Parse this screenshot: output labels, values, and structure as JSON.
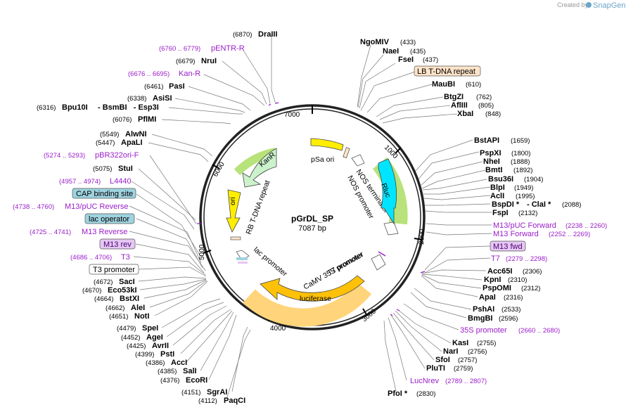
{
  "app": {
    "credit_prefix": "Created by",
    "credit_brand": "SnapGene"
  },
  "plasmid": {
    "name": "pGrDL_SP",
    "length_label": "7087 bp"
  },
  "ticks": [
    "1000",
    "2000",
    "3000",
    "4000",
    "5000",
    "6000",
    "7000"
  ],
  "features": {
    "kanr": "KanR",
    "ori": "ori",
    "psa_ori": "pSa ori",
    "nos_terminator": "NOS terminator",
    "nos_promoter": "NOS promoter",
    "rluc": "Rluc",
    "rb_tdna": "RB T-DNA repeat",
    "lac_promoter": "lac promoter",
    "t7_promoter": "T7 promoter",
    "camv": "CaMV 35S promoter",
    "luciferase": "luciferase"
  },
  "left_labels": {
    "draiii": {
      "pos": "(6870)",
      "name": "DraIII"
    },
    "pentr": {
      "pos": "(6760 .. 6779)",
      "name": "pENTR-R"
    },
    "srui": {
      "pos": "(6679)",
      "name": "NruI"
    },
    "kanr_p": {
      "pos": "(6676 .. 6695)",
      "name": "Kan-R"
    },
    "pasi": {
      "pos": "(6461)",
      "name": "PasI"
    },
    "asisi": {
      "pos": "(6338)",
      "name": "AsiSI"
    },
    "bpu": {
      "pos": "(6316)",
      "name": "Bpu10I",
      "extra": "- BsmBI   - Esp3I"
    },
    "pflmi": {
      "pos": "(6076)",
      "name": "PflMI"
    },
    "alwni": {
      "pos": "(5549)",
      "name": "AlwNI"
    },
    "apali": {
      "pos": "(5447)",
      "name": "ApaLI"
    },
    "pbr": {
      "pos": "(5274 .. 5293)",
      "name": "pBR322ori-F"
    },
    "stui": {
      "pos": "(5075)",
      "name": "StuI"
    },
    "l4440": {
      "pos": "(4957 .. 4974)",
      "name": "L4440"
    },
    "cap": {
      "name": "CAP binding site"
    },
    "m13puc_rev": {
      "pos": "(4738 .. 4760)",
      "name": "M13/pUC Reverse"
    },
    "lacop": {
      "name": "lac operator"
    },
    "m13_reverse": {
      "pos": "(4725 .. 4741)",
      "name": "M13 Reverse"
    },
    "m13rev": {
      "name": "M13 rev"
    },
    "t3": {
      "pos": "(4686 .. 4706)",
      "name": "T3"
    },
    "t3prom": {
      "name": "T3 promoter"
    },
    "saci": {
      "pos": "(4672)",
      "name": "SacI"
    },
    "eco53": {
      "pos": "(4670)",
      "name": "Eco53kI"
    },
    "bstxi": {
      "pos": "(4664)",
      "name": "BstXI"
    },
    "alei": {
      "pos": "(4662)",
      "name": "AleI"
    },
    "noti": {
      "pos": "(4651)",
      "name": "NotI"
    },
    "spei": {
      "pos": "(4479)",
      "name": "SpeI"
    },
    "agei": {
      "pos": "(4452)",
      "name": "AgeI"
    },
    "avrii": {
      "pos": "(4425)",
      "name": "AvrII"
    },
    "psti": {
      "pos": "(4399)",
      "name": "PstI"
    },
    "acci": {
      "pos": "(4386)",
      "name": "AccI"
    },
    "sali": {
      "pos": "(4385)",
      "name": "SalI"
    },
    "ecori": {
      "pos": "(4376)",
      "name": "EcoRI"
    },
    "sgrai": {
      "pos": "(4151)",
      "name": "SgrAI"
    },
    "paqci": {
      "pos": "(4112)",
      "name": "PaqCI"
    }
  },
  "right_labels": {
    "ngomiv": {
      "name": "NgoMIV",
      "pos": "(433)"
    },
    "naei": {
      "name": "NaeI",
      "pos": "(435)"
    },
    "fsei": {
      "name": "FseI",
      "pos": "(437)"
    },
    "lb": {
      "name": "LB T-DNA repeat"
    },
    "maubi": {
      "name": "MauBI",
      "pos": "(610)"
    },
    "btgzi": {
      "name": "BtgZI",
      "pos": "(762)"
    },
    "afliii": {
      "name": "AflIII",
      "pos": "(805)"
    },
    "xbai": {
      "name": "XbaI",
      "pos": "(848)"
    },
    "bstapi": {
      "name": "BstAPI",
      "pos": "(1659)"
    },
    "pspxi": {
      "name": "PspXI",
      "pos": "(1800)"
    },
    "nhei": {
      "name": "NheI",
      "pos": "(1888)"
    },
    "bmti": {
      "name": "BmtI",
      "pos": "(1892)"
    },
    "bsu36i": {
      "name": "Bsu36I",
      "pos": "(1904)"
    },
    "blpi": {
      "name": "BlpI",
      "pos": "(1949)"
    },
    "acli": {
      "name": "AclI",
      "pos": "(1995)"
    },
    "bspdi": {
      "name": "BspDI *",
      "extra": "- ClaI *",
      "pos": "(2088)"
    },
    "fspi": {
      "name": "FspI",
      "pos": "(2132)"
    },
    "m13puc_fwd": {
      "name": "M13/pUC Forward",
      "pos": "(2238 .. 2260)"
    },
    "m13_forward": {
      "name": "M13 Forward",
      "pos": "(2252 .. 2269)"
    },
    "m13fwd": {
      "name": "M13 fwd"
    },
    "t7": {
      "name": "T7",
      "pos": "(2279 .. 2298)"
    },
    "acc65i": {
      "name": "Acc65I",
      "pos": "(2306)"
    },
    "kpni": {
      "name": "KpnI",
      "pos": "(2310)"
    },
    "pspomi": {
      "name": "PspOMI",
      "pos": "(2312)"
    },
    "apai": {
      "name": "ApaI",
      "pos": "(2316)"
    },
    "pshai": {
      "name": "PshAI",
      "pos": "(2533)"
    },
    "bmgbi": {
      "name": "BmgBI",
      "pos": "(2596)"
    },
    "p35s": {
      "name": "35S promoter",
      "pos": "(2660 .. 2680)"
    },
    "kasi": {
      "name": "KasI",
      "pos": "(2755)"
    },
    "nari": {
      "name": "NarI",
      "pos": "(2756)"
    },
    "sfoi": {
      "name": "SfoI",
      "pos": "(2757)"
    },
    "pluti": {
      "name": "PluTI",
      "pos": "(2759)"
    },
    "lucnrev": {
      "name": "LucNrev",
      "pos": "(2789 .. 2807)"
    },
    "pfoi": {
      "name": "PfoI *",
      "pos": "(2830)"
    }
  },
  "colors": {
    "ring": "#333333",
    "kanr": "#ccf2cc",
    "ori": "#ffee00",
    "psa_ori": "#ffee00",
    "rluc": "#00e5ff",
    "lac_promoter": "#ffffff",
    "luciferase": "#ffc107",
    "highlight_green": "#b8e27a",
    "highlight_orange": "#ffd47a",
    "lb_box": "#fde3c8",
    "cap_box": "#9fd3e0",
    "m13_box": "#e5c7f2",
    "primer": "#9a1dc9"
  }
}
